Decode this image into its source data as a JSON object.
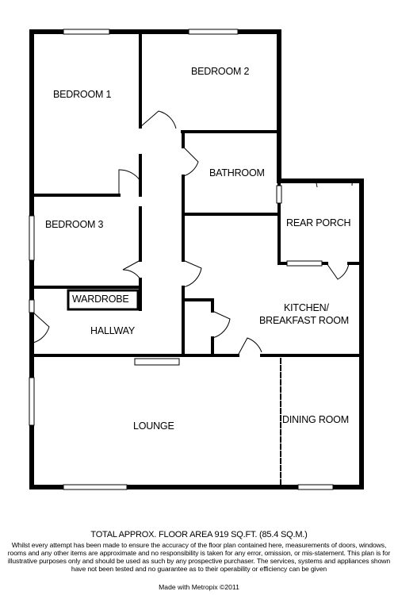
{
  "rooms": {
    "bedroom1": "BEDROOM 1",
    "bedroom2": "BEDROOM 2",
    "bedroom3": "BEDROOM 3",
    "bathroom": "BATHROOM",
    "rear_porch": "REAR PORCH",
    "wardrobe": "WARDROBE",
    "kitchen_line1": "KITCHEN/",
    "kitchen_line2": "BREAKFAST ROOM",
    "hallway": "HALLWAY",
    "lounge": "LOUNGE",
    "dining_room": "DINING ROOM"
  },
  "footer": {
    "area": "TOTAL APPROX. FLOOR AREA 919 SQ.FT. (85.4 SQ.M.)",
    "disclaimer": "Whilst every attempt has been made to ensure the accuracy of the floor plan contained here, measurements of doors, windows, rooms and any other items are approximate and no responsibility is taken for any error, omission, or mis-statement. This plan is for illustrative purposes only and should be used as such by any prospective purchaser. The services, systems and appliances shown have not been tested and no guarantee as to their operability or efficiency can be given",
    "credit": "Made with Metropix ©2011"
  },
  "colors": {
    "wall": "#000000",
    "background": "#ffffff"
  }
}
